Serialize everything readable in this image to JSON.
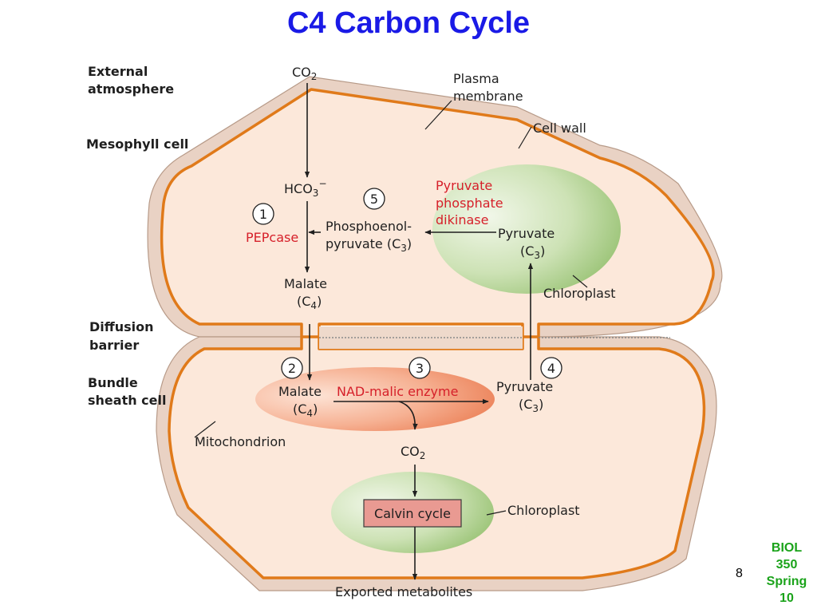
{
  "title": "C4 Carbon Cycle",
  "side_labels": {
    "external": [
      "External",
      "atmosphere"
    ],
    "mesophyll": "Mesophyll cell",
    "diffusion": [
      "Diffusion",
      "barrier"
    ],
    "bundle": [
      "Bundle",
      "sheath cell"
    ]
  },
  "structures": {
    "plasma_membrane": [
      "Plasma",
      "membrane"
    ],
    "cell_wall": "Cell wall",
    "chloroplast_top": "Chloroplast",
    "mitochondrion": "Mitochondrion",
    "chloroplast_bottom": "Chloroplast"
  },
  "metabolites": {
    "co2_top": {
      "base": "CO",
      "sub": "2"
    },
    "hco3": {
      "base": "HCO",
      "sub": "3",
      "sup": "−"
    },
    "pep": {
      "line1": "Phosphoenol-",
      "line2": "pyruvate (C",
      "sub": "3",
      "close": ")"
    },
    "malate_top": {
      "line1": "Malate",
      "line2": "(C",
      "sub": "4",
      "close": ")"
    },
    "pyruvate_top": {
      "line1": "Pyruvate",
      "line2": "(C",
      "sub": "3",
      "close": ")"
    },
    "malate_bottom": {
      "line1": "Malate",
      "line2": "(C",
      "sub": "4",
      "close": ")"
    },
    "pyruvate_bottom": {
      "line1": "Pyruvate",
      "line2": "(C",
      "sub": "3",
      "close": ")"
    },
    "co2_bottom": {
      "base": "CO",
      "sub": "2"
    },
    "exported": "Exported metabolites"
  },
  "enzymes": {
    "pepcase": "PEPcase",
    "ppdk": [
      "Pyruvate",
      "phosphate",
      "dikinase"
    ],
    "nad_me": "NAD-malic enzyme",
    "calvin": "Calvin cycle"
  },
  "steps": [
    "1",
    "2",
    "3",
    "4",
    "5"
  ],
  "colors": {
    "title": "#1a1ae6",
    "enzyme_text": "#d6202a",
    "membrane": "#e07a1a",
    "cytoplasm": "#fbe6d8",
    "chloroplast": "#a9cd88",
    "mitochondrion": "#ef8c62",
    "calvin_box": "#e99a92",
    "footer_text": "#1aa31a"
  },
  "footer": {
    "page": "8",
    "course": [
      "BIOL",
      "350",
      "Spring",
      "10"
    ]
  }
}
